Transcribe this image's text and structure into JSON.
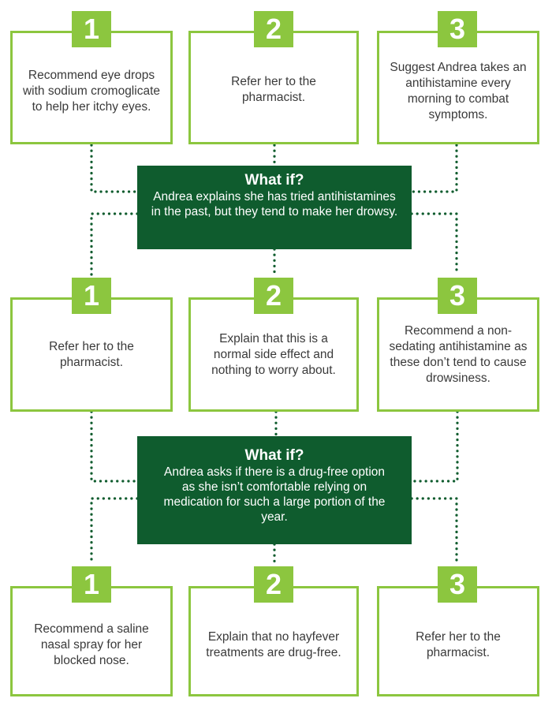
{
  "colors": {
    "card_border": "#8cc63f",
    "badge": "#8cc63f",
    "whatif_bg": "#0f5c2e",
    "connector": "#0f5c2e"
  },
  "rows": [
    {
      "cards": [
        {
          "number": "1",
          "text": "Recommend eye drops with sodium cromoglicate to help her itchy eyes."
        },
        {
          "number": "2",
          "text": "Refer her to the pharmacist."
        },
        {
          "number": "3",
          "text": "Suggest Andrea takes an antihistamine every morning to combat symptoms."
        }
      ]
    },
    {
      "cards": [
        {
          "number": "1",
          "text": "Refer her to the pharmacist."
        },
        {
          "number": "2",
          "text": "Explain that this is a normal side effect and nothing to worry about."
        },
        {
          "number": "3",
          "text": "Recommend a non-sedating antihistamine as these don’t tend to cause drowsiness."
        }
      ]
    },
    {
      "cards": [
        {
          "number": "1",
          "text": "Recommend a saline nasal spray for her blocked nose."
        },
        {
          "number": "2",
          "text": "Explain that no hayfever treatments are drug-free."
        },
        {
          "number": "3",
          "text": "Refer her to the pharmacist."
        }
      ]
    }
  ],
  "whatifs": [
    {
      "title": "What if?",
      "text": "Andrea explains she has tried antihistamines in the past, but they tend to make her drowsy."
    },
    {
      "title": "What if?",
      "text": "Andrea asks if there is a drug-free option as she isn’t comfortable relying on medication for such a large portion of the year."
    }
  ]
}
